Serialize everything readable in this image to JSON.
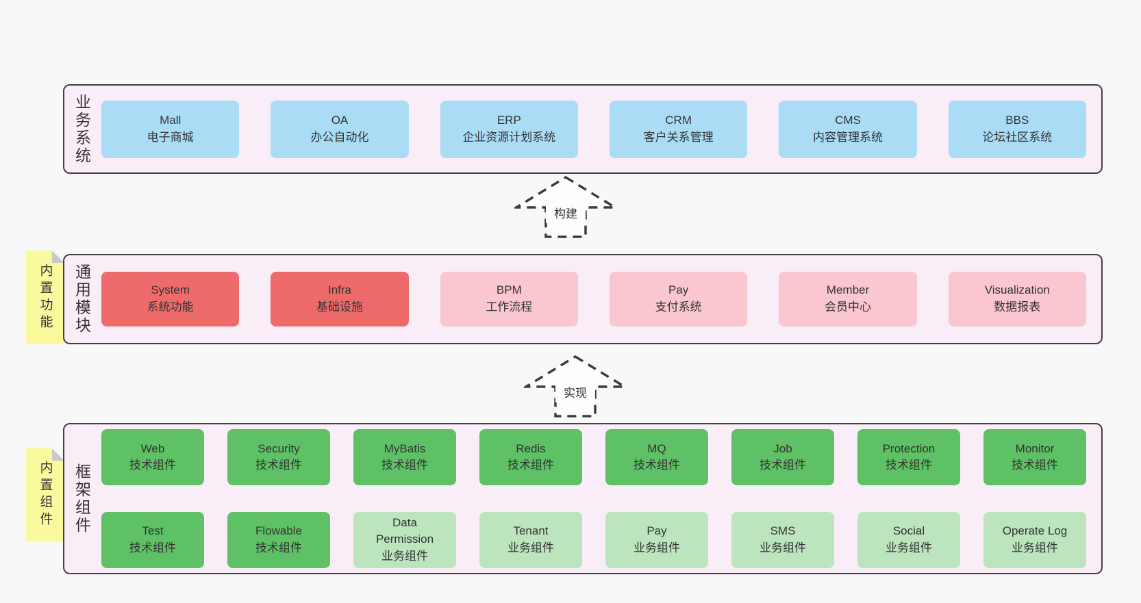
{
  "colors": {
    "page_bg": "#f8f8f8",
    "panel_bg": "#f9edf7",
    "panel_border": "#404040",
    "text": "#333333",
    "note_yellow": "#fbf99e",
    "note_fold": "#c9c9c9",
    "arrow_fill": "#fdfdfd",
    "arrow_stroke": "#3c3c3c",
    "blue": "#aadcf6",
    "red": "#ee6b6c",
    "pink": "#fac7d0",
    "green": "#5ec166",
    "light_green": "#bce5bd"
  },
  "layers": [
    {
      "label": "业务系统",
      "rows": [
        [
          {
            "en": "Mall",
            "zh": "电子商城",
            "color": "blue"
          },
          {
            "en": "OA",
            "zh": "办公自动化",
            "color": "blue"
          },
          {
            "en": "ERP",
            "zh": "企业资源计划系统",
            "color": "blue"
          },
          {
            "en": "CRM",
            "zh": "客户关系管理",
            "color": "blue"
          },
          {
            "en": "CMS",
            "zh": "内容管理系统",
            "color": "blue"
          },
          {
            "en": "BBS",
            "zh": "论坛社区系统",
            "color": "blue"
          }
        ]
      ]
    },
    {
      "label": "通用模块",
      "note": "内置功能",
      "rows": [
        [
          {
            "en": "System",
            "zh": "系统功能",
            "color": "red"
          },
          {
            "en": "Infra",
            "zh": "基础设施",
            "color": "red"
          },
          {
            "en": "BPM",
            "zh": "工作流程",
            "color": "pink"
          },
          {
            "en": "Pay",
            "zh": "支付系统",
            "color": "pink"
          },
          {
            "en": "Member",
            "zh": "会员中心",
            "color": "pink"
          },
          {
            "en": "Visualization",
            "zh": "数据报表",
            "color": "pink"
          }
        ]
      ]
    },
    {
      "label": "框架组件",
      "note": "内置组件",
      "rows": [
        [
          {
            "en": "Web",
            "zh": "技术组件",
            "color": "green"
          },
          {
            "en": "Security",
            "zh": "技术组件",
            "color": "green"
          },
          {
            "en": "MyBatis",
            "zh": "技术组件",
            "color": "green"
          },
          {
            "en": "Redis",
            "zh": "技术组件",
            "color": "green"
          },
          {
            "en": "MQ",
            "zh": "技术组件",
            "color": "green"
          },
          {
            "en": "Job",
            "zh": "技术组件",
            "color": "green"
          },
          {
            "en": "Protection",
            "zh": "技术组件",
            "color": "green"
          },
          {
            "en": "Monitor",
            "zh": "技术组件",
            "color": "green"
          }
        ],
        [
          {
            "en": "Test",
            "zh": "技术组件",
            "color": "green"
          },
          {
            "en": "Flowable",
            "zh": "技术组件",
            "color": "green"
          },
          {
            "en": "Data Permission",
            "zh": "业务组件",
            "color": "light_green"
          },
          {
            "en": "Tenant",
            "zh": "业务组件",
            "color": "light_green"
          },
          {
            "en": "Pay",
            "zh": "业务组件",
            "color": "light_green"
          },
          {
            "en": "SMS",
            "zh": "业务组件",
            "color": "light_green"
          },
          {
            "en": "Social",
            "zh": "业务组件",
            "color": "light_green"
          },
          {
            "en": "Operate Log",
            "zh": "业务组件",
            "color": "light_green"
          }
        ]
      ]
    }
  ],
  "arrows": [
    {
      "label": "构建"
    },
    {
      "label": "实现"
    }
  ]
}
